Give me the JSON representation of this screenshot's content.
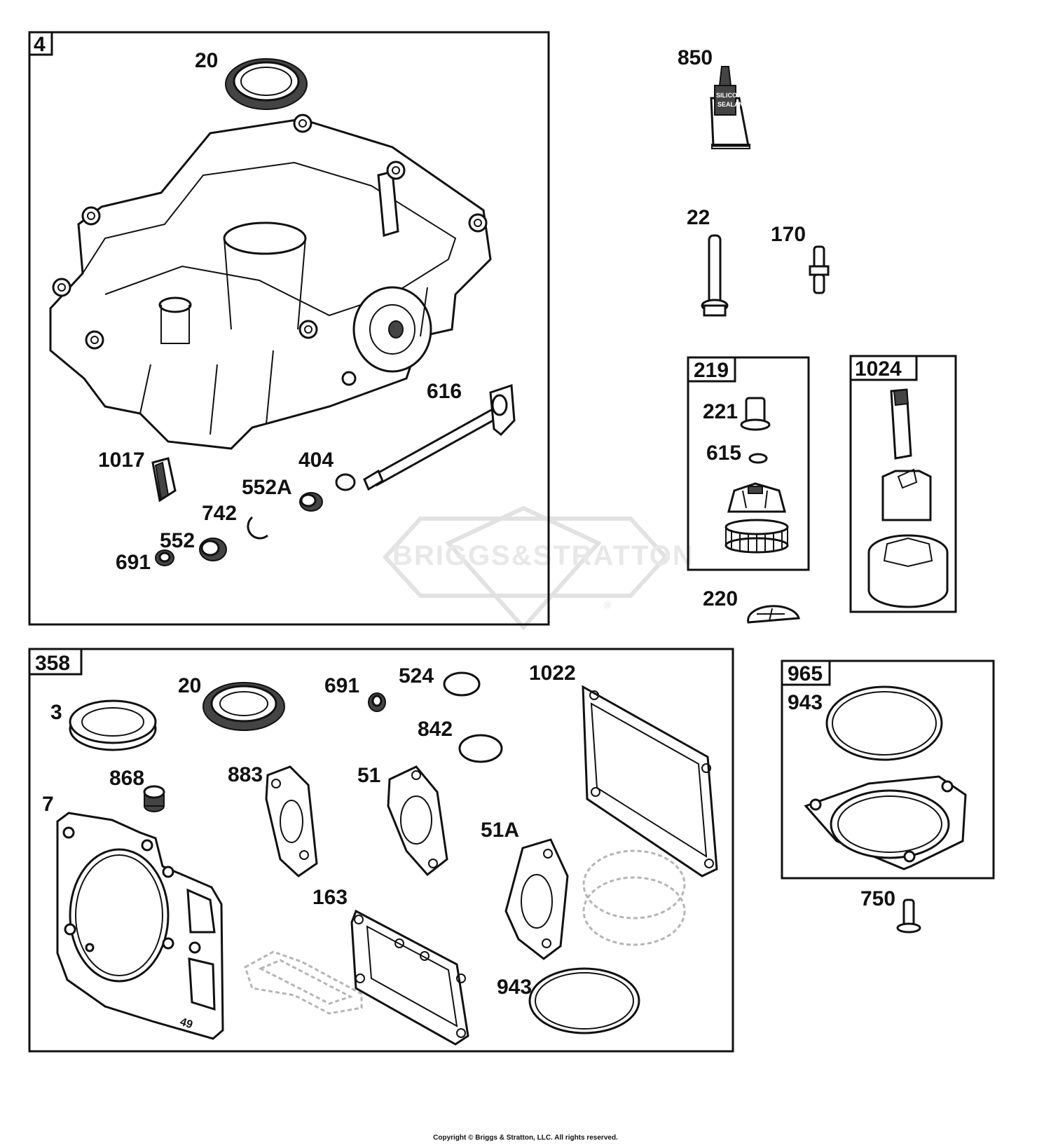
{
  "watermark": {
    "text": "BRIGGS&STRATTON",
    "registered": "®"
  },
  "tube_label": {
    "line1": "SILICONE",
    "line2": "SEALANT"
  },
  "groups": {
    "g4": "4",
    "g358": "358",
    "g219": "219",
    "g1024": "1024",
    "g965": "965"
  },
  "callouts": {
    "c20a": "20",
    "c616": "616",
    "c1017": "1017",
    "c404": "404",
    "c552A": "552A",
    "c742": "742",
    "c552": "552",
    "c691a": "691",
    "c850": "850",
    "c22": "22",
    "c170": "170",
    "c221": "221",
    "c615": "615",
    "c220": "220",
    "c3": "3",
    "c20b": "20",
    "c691b": "691",
    "c524": "524",
    "c1022": "1022",
    "c842": "842",
    "c868": "868",
    "c883": "883",
    "c51": "51",
    "c7": "7",
    "c51A": "51A",
    "c163": "163",
    "c943a": "943",
    "c943b": "943",
    "c750": "750"
  },
  "gasket_marking": "49",
  "copyright": "Copyright © Briggs & Stratton, LLC. All rights reserved."
}
